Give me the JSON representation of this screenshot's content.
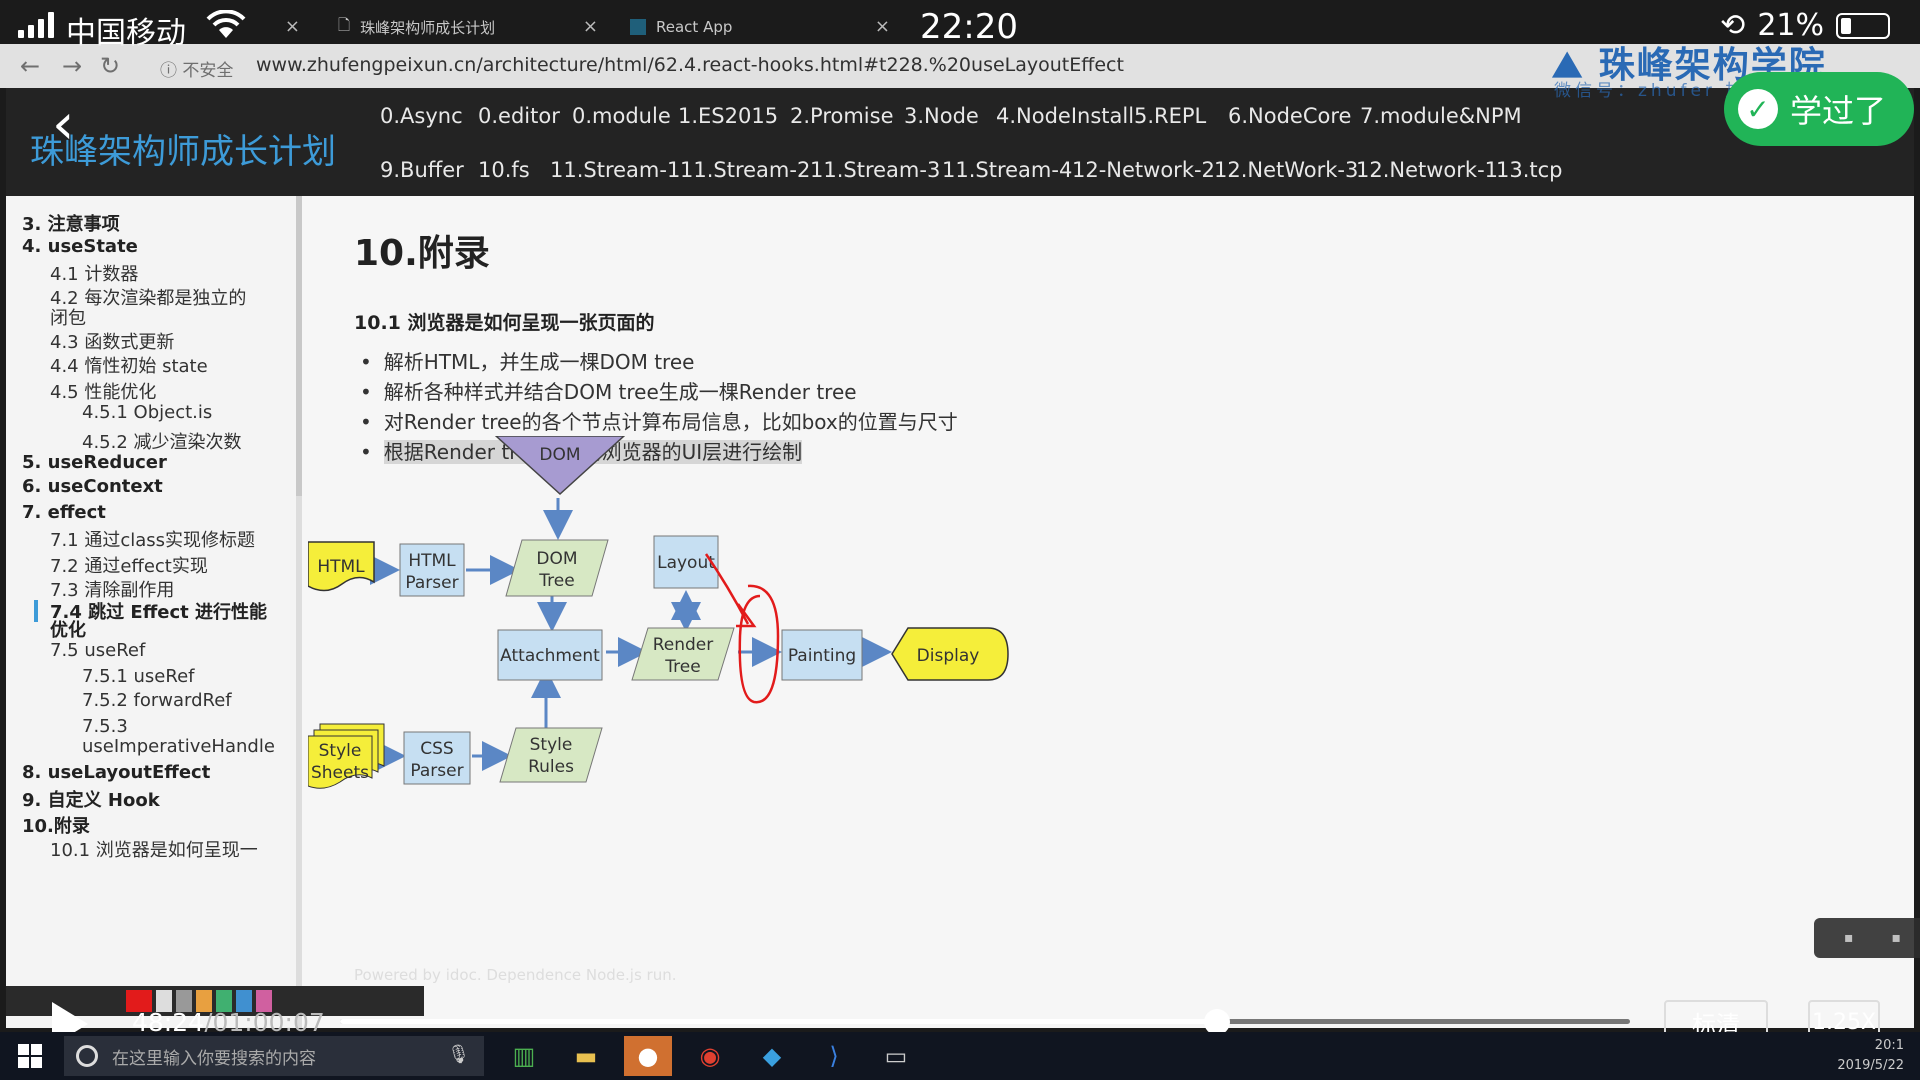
{
  "status": {
    "carrier": "中国移动",
    "time": "22:20",
    "battery": "21%"
  },
  "browser": {
    "tabs": [
      {
        "title": "珠峰架构师成长计划"
      },
      {
        "title": "React App"
      }
    ],
    "insecure_label": "不安全",
    "url": "www.zhufengpeixun.cn/architecture/html/62.4.react-hooks.html#t228.%20useLayoutEffect",
    "brand": "珠峰架构学院"
  },
  "site": {
    "title": "珠峰架构师成长计划",
    "learned_label": "学过了",
    "watermark": "微信号：zhufer  加入我们"
  },
  "topnav": {
    "row1": [
      "0.Async",
      "0.editor",
      "0.module",
      "1.ES2015",
      "2.Promise",
      "3.Node",
      "4.NodeInstall",
      "5.REPL",
      "6.NodeCore",
      "7.module&NPM"
    ],
    "row2": [
      "9.Buffer",
      "10.fs",
      "11.Stream-1",
      "11.Stream-2",
      "11.Stream-3",
      "11.Stream-4",
      "12-Network-2",
      "12.NetWork-3",
      "12.Network-1",
      "13.tcp"
    ]
  },
  "toc": [
    {
      "label": "3. 注意事项"
    },
    {
      "label": "4. useState"
    },
    {
      "label": "4.1 计数器"
    },
    {
      "label": "4.2 每次渲染都是独立的"
    },
    {
      "label": "闭包"
    },
    {
      "label": "4.3 函数式更新"
    },
    {
      "label": "4.4 惰性初始 state"
    },
    {
      "label": "4.5 性能优化"
    },
    {
      "label": "4.5.1 Object.is"
    },
    {
      "label": "4.5.2 减少渲染次数"
    },
    {
      "label": "5. useReducer"
    },
    {
      "label": "6. useContext"
    },
    {
      "label": "7. effect"
    },
    {
      "label": "7.1 通过class实现修标题"
    },
    {
      "label": "7.2 通过effect实现"
    },
    {
      "label": "7.3 清除副作用"
    },
    {
      "label": "7.4 跳过 Effect 进行性能"
    },
    {
      "label": "优化"
    },
    {
      "label": "7.5 useRef"
    },
    {
      "label": "7.5.1 useRef"
    },
    {
      "label": "7.5.2 forwardRef"
    },
    {
      "label": "7.5.3"
    },
    {
      "label": "useImperativeHandle"
    },
    {
      "label": "8. useLayoutEffect"
    },
    {
      "label": "9. 自定义 Hook"
    },
    {
      "label": "10.附录"
    },
    {
      "label": "10.1 浏览器是如何呈现一"
    }
  ],
  "content": {
    "heading": "10.附录",
    "subheading": "10.1 浏览器是如何呈现一张页面的",
    "bullets": [
      "解析HTML，并生成一棵DOM tree",
      "解析各种样式并结合DOM tree生成一棵Render tree",
      "对Render tree的各个节点计算布局信息，比如box的位置与尺寸",
      "根据Render tree并利用浏览器的UI层进行绘制"
    ],
    "footer": "Powered by idoc. Dependence Node.js run."
  },
  "diagram": {
    "nodes": {
      "dom": "DOM",
      "html": "HTML",
      "html_parser": [
        "HTML",
        "Parser"
      ],
      "dom_tree": [
        "DOM",
        "Tree"
      ],
      "layout": "Layout",
      "attachment": "Attachment",
      "render_tree": [
        "Render",
        "Tree"
      ],
      "painting": "Painting",
      "display": "Display",
      "style_sheets": [
        "Style",
        "Sheets"
      ],
      "css_parser": [
        "CSS",
        "Parser"
      ],
      "style_rules": [
        "Style",
        "Rules"
      ]
    },
    "colors": {
      "blue": "#c6dff2",
      "green": "#d7e8c4",
      "yellow": "#f5ee3a",
      "purple": "#a79bd1",
      "arrow": "#5b87c5",
      "annotation": "#e21b1b"
    }
  },
  "player": {
    "current": "48:24",
    "duration": "/01:00:07",
    "progress": 0.68,
    "quality": "标清",
    "speed": "1.25X"
  },
  "taskbar": {
    "search_placeholder": "在这里输入你要搜索的内容",
    "clock": "20:1",
    "date": "2019/5/22"
  }
}
